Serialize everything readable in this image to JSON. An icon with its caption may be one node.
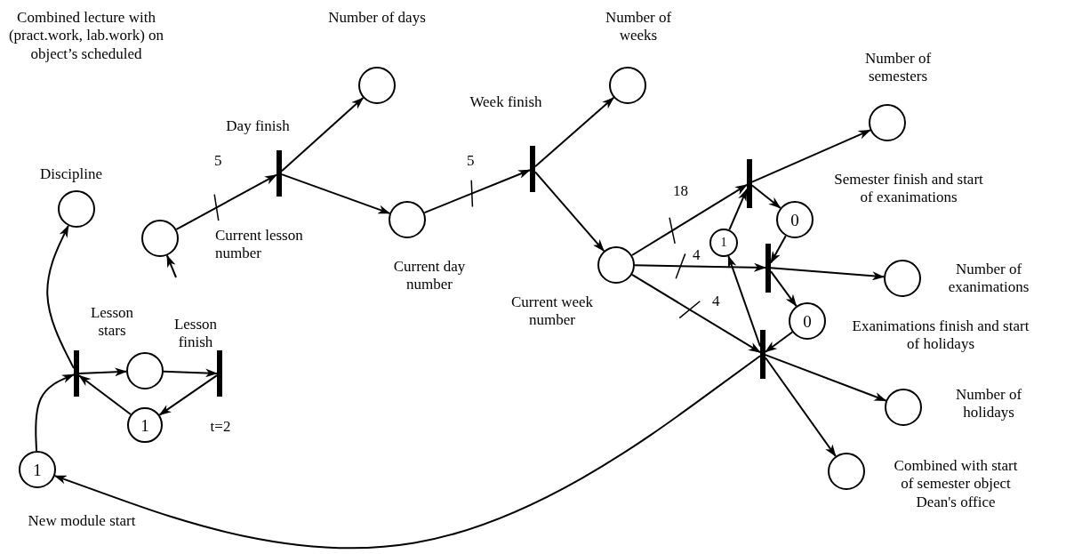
{
  "diagram": {
    "nodes": [
      {
        "text": [],
        "shape": "circle",
        "beside": [
          "Discipline"
        ]
      },
      {
        "text": [],
        "shape": "bar",
        "beside": [
          "Lesson stars"
        ]
      },
      {
        "text": [],
        "shape": "circle"
      },
      {
        "text": [],
        "shape": "bar",
        "beside": [
          "Lesson finish",
          "t=2"
        ]
      },
      {
        "text": [
          "1"
        ]
      },
      {
        "text": [
          "1"
        ],
        "beside": [
          "New module start"
        ]
      },
      {
        "text": [],
        "shape": "circle",
        "beside": [
          "Current lesson number"
        ]
      },
      {
        "text": [],
        "shape": "bar",
        "beside": [
          "Day finish"
        ]
      },
      {
        "text": [],
        "shape": "circle",
        "beside": [
          "Number of days"
        ]
      },
      {
        "text": [],
        "shape": "circle",
        "beside": [
          "Current day number"
        ]
      },
      {
        "text": [],
        "shape": "bar",
        "beside": [
          "Week finish"
        ]
      },
      {
        "text": [],
        "shape": "circle",
        "beside": [
          "Number of weeks"
        ]
      },
      {
        "text": [],
        "shape": "circle",
        "beside": [
          "Current week number"
        ]
      },
      {
        "text": [],
        "shape": "bar"
      },
      {
        "text": [],
        "shape": "circle",
        "beside": [
          "Number of semesters"
        ]
      },
      {
        "text": [
          "0"
        ],
        "beside": [
          "Semester finish and start of exanimations"
        ]
      },
      {
        "text": [
          "1"
        ]
      },
      {
        "text": [],
        "shape": "bar"
      },
      {
        "text": [],
        "shape": "circle",
        "beside": [
          "Number of exanimations"
        ]
      },
      {
        "text": [
          "0"
        ],
        "beside": [
          "Exanimations finish and start of holidays"
        ]
      },
      {
        "text": [],
        "shape": "bar"
      },
      {
        "text": [],
        "shape": "circle",
        "beside": [
          "Number of holidays"
        ]
      },
      {
        "text": [],
        "shape": "circle",
        "beside": [
          "Combined with start of semester object Dean's office"
        ]
      }
    ],
    "edges": [
      {
        "from": 5,
        "to": 1,
        "arrow": "to"
      },
      {
        "from": 1,
        "to": 0,
        "arrow": "to"
      },
      {
        "from": 1,
        "to": 2,
        "arrow": "to"
      },
      {
        "from": 2,
        "to": 3,
        "arrow": "to"
      },
      {
        "from": 3,
        "to": 4,
        "arrow": "to"
      },
      {
        "from": 4,
        "to": 1,
        "arrow": "to"
      },
      {
        "from": null,
        "to": 6,
        "arrow": "to"
      },
      {
        "from": 6,
        "to": 7,
        "arrow": "to",
        "label": "5"
      },
      {
        "from": 7,
        "to": 8,
        "arrow": "to"
      },
      {
        "from": 7,
        "to": 9,
        "arrow": "to"
      },
      {
        "from": 9,
        "to": 10,
        "arrow": "to",
        "label": "5"
      },
      {
        "from": 10,
        "to": 11,
        "arrow": "to"
      },
      {
        "from": 10,
        "to": 12,
        "arrow": "to"
      },
      {
        "from": 12,
        "to": 13,
        "arrow": "to",
        "label": "18"
      },
      {
        "from": 13,
        "to": 14,
        "arrow": "to"
      },
      {
        "from": 13,
        "to": 15,
        "arrow": "to"
      },
      {
        "from": 16,
        "to": 13,
        "arrow": "to"
      },
      {
        "from": 15,
        "to": 17,
        "arrow": "to"
      },
      {
        "from": 12,
        "to": 17,
        "arrow": "to",
        "label": "4"
      },
      {
        "from": 17,
        "to": 18,
        "arrow": "to"
      },
      {
        "from": 17,
        "to": 19,
        "arrow": "to"
      },
      {
        "from": 19,
        "to": 20,
        "arrow": "to"
      },
      {
        "from": 12,
        "to": 20,
        "arrow": "to",
        "label": "4"
      },
      {
        "from": 20,
        "to": 16,
        "arrow": "to"
      },
      {
        "from": 20,
        "to": 21,
        "arrow": "to"
      },
      {
        "from": 20,
        "to": 22,
        "arrow": "to"
      },
      {
        "from": 20,
        "to": 5,
        "arrow": "to"
      }
    ],
    "labels": [
      "Combined lecture with (pract.work, lab.work) on object’s scheduled"
    ]
  }
}
